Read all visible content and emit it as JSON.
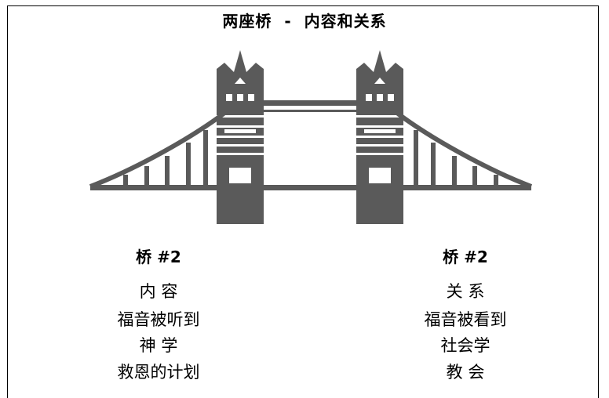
{
  "title": "两座桥  -  内容和关系",
  "colors": {
    "bridge": "#5a5a5a",
    "background": "#ffffff",
    "border": "#000000"
  },
  "left_column": {
    "heading": "桥 #2",
    "lines": [
      "内 容",
      "福音被听到",
      "神 学",
      "救恩的计划"
    ]
  },
  "right_column": {
    "heading": "桥 #2",
    "lines": [
      "关 系",
      "福音被看到",
      "社会学",
      "教 会"
    ]
  }
}
